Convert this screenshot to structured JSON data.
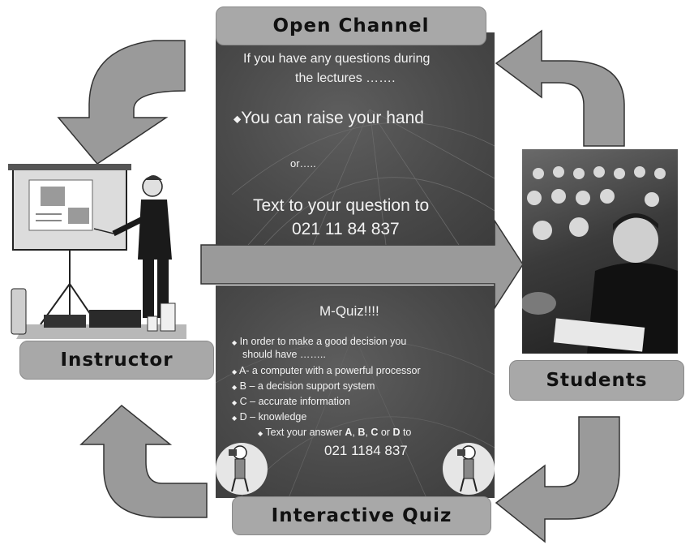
{
  "boxes": {
    "open_channel": "Open Channel",
    "instructor": "Instructor",
    "students": "Students",
    "interactive_quiz": "Interactive Quiz"
  },
  "open_channel_slide": {
    "line1": "If you have any questions during",
    "line2": "the lectures …….",
    "bullet": "You can raise your hand",
    "or": "or…..",
    "text_line": "Text to your question to",
    "number": "021 11 84 837"
  },
  "quiz_slide": {
    "title": "M-Quiz!!!!",
    "question_line1": "In order to make a good decision you",
    "question_line2": "should have ……..",
    "option_a": "A- a computer with a powerful processor",
    "option_b": "B – a decision support system",
    "option_c": "C – accurate information",
    "option_d": "D – knowledge",
    "answer_prefix": "Text your answer ",
    "answer_a": "A",
    "answer_b": "B",
    "answer_c": "C",
    "answer_or": " or ",
    "answer_d": "D",
    "answer_to": " to",
    "number": "021 1184 837"
  },
  "colors": {
    "arrow_fill": "#9a9a9a",
    "arrow_stroke": "#333333",
    "label_bg": "#a8a8a8",
    "slide_bg": "#4a4a4a"
  }
}
